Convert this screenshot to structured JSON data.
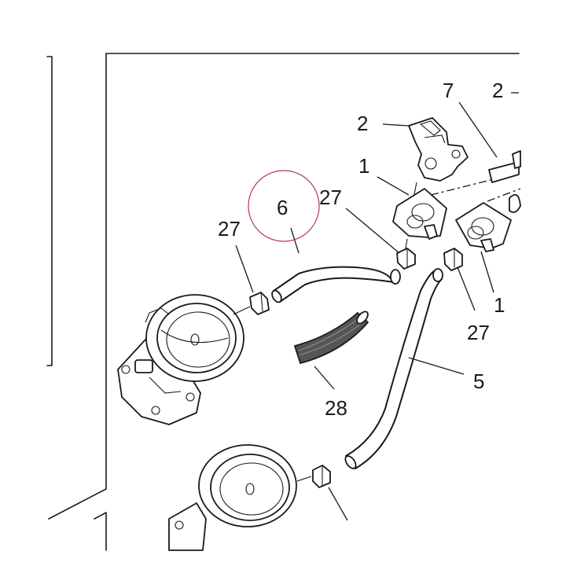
{
  "callouts": {
    "c6": "6",
    "c27_left": "27",
    "c27_mid": "27",
    "c27_right": "27",
    "c7": "7",
    "c2_top": "2",
    "c2_sensor": "2",
    "c1_left": "1",
    "c1_right": "1",
    "c5": "5",
    "c28": "28"
  },
  "highlight_color": "#b03a48"
}
